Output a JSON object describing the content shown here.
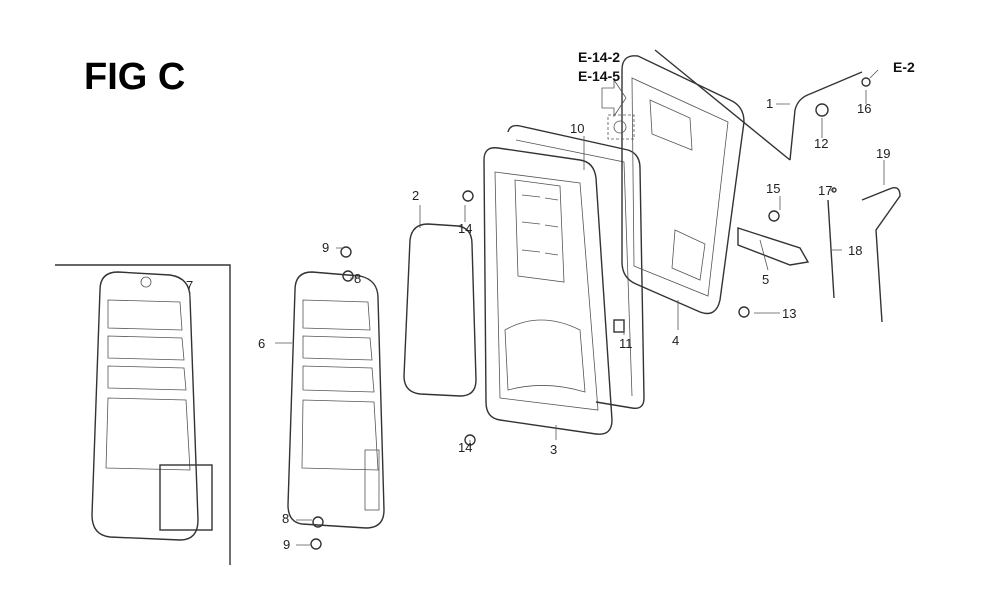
{
  "figure_title": "FIG C",
  "references": [
    "E-14-2",
    "E-14-5",
    "E-2"
  ],
  "callouts": {
    "c1": "1",
    "c2": "2",
    "c3": "3",
    "c4": "4",
    "c5": "5",
    "c6": "6",
    "c7": "7",
    "c8a": "8",
    "c8b": "8",
    "c9a": "9",
    "c9b": "9",
    "c10": "10",
    "c11": "11",
    "c12": "12",
    "c13": "13",
    "c14a": "14",
    "c14b": "14",
    "c15": "15",
    "c16": "16",
    "c17": "17",
    "c18": "18",
    "c19": "19"
  }
}
